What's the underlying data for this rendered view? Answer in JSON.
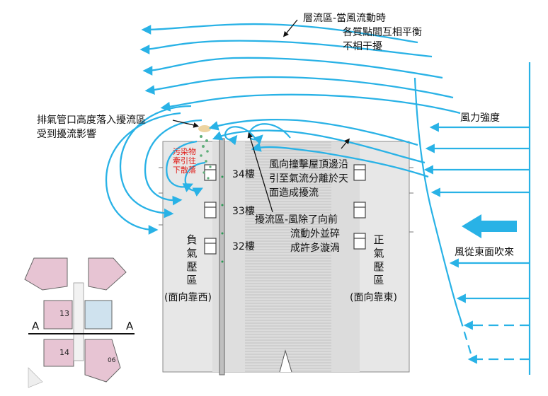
{
  "labels": {
    "laminar_line1": "層流區-當風流動時",
    "laminar_line2": "各質點間互相平衡",
    "laminar_line3": "不相干擾",
    "exhaust_line1": "排氣管口高度落入擾流區",
    "exhaust_line2": "受到擾流影響",
    "pollutant_line1": "污染物",
    "pollutant_line2": "牽引往",
    "pollutant_line3": "下散落",
    "roof_edge_line1": "風向撞擊屋頂邊沿",
    "roof_edge_line2": "引至氣流分離於天",
    "roof_edge_line3": "面造成擾流",
    "turb_line1": "擾流區-風除了向前",
    "turb_line2": "流動外並碎",
    "turb_line3": "成許多漩渦",
    "floor34": "34樓",
    "floor33": "33樓",
    "floor32": "32樓",
    "negative_zone": "負氣壓區",
    "negative_facing": "(面向靠西)",
    "positive_zone": "正氣壓區",
    "positive_facing": "(面向靠東)",
    "wind_strength": "風力強度",
    "wind_from_east": "風從東面吹來"
  },
  "inset": {
    "unit_13": "13",
    "unit_14": "14",
    "unit_06": "06",
    "section_left": "A",
    "section_right": "A"
  },
  "colors": {
    "flow": "#29b2e6",
    "building": "#e6e6e6",
    "building_stripe": "#d2d2d2",
    "pollutant": "#e0201c",
    "inset_pink": "#e7c4d3",
    "inset_blue": "#cfe2ee"
  }
}
